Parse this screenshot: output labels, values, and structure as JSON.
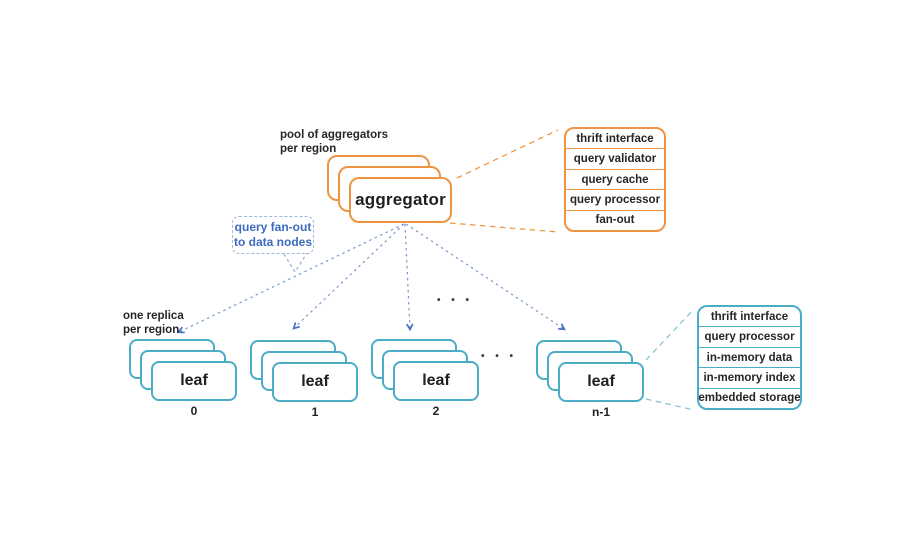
{
  "diagram": {
    "aggregator": {
      "label": "aggregator",
      "note": "pool of aggregators\nper region",
      "components": [
        "thrift interface",
        "query validator",
        "query cache",
        "query processor",
        "fan-out"
      ]
    },
    "fanout_callout": "query fan-out\nto data nodes",
    "leaf": {
      "label": "leaf",
      "note": "one replica\nper region",
      "indices": [
        "0",
        "1",
        "2",
        "n-1"
      ],
      "components": [
        "thrift interface",
        "query processor",
        "in-memory data",
        "in-memory index",
        "embedded storage"
      ]
    },
    "ellipsis": "• • •",
    "colors": {
      "orange": "#EE9440",
      "teal": "#4BACC6",
      "arrow_dash_blue": "#7E9CD0",
      "arrowhead_blue": "#4472C4",
      "callout_text_blue": "#3C6CBE",
      "callout_border_blue": "#9CB7DE",
      "text_dark": "#262626"
    }
  }
}
